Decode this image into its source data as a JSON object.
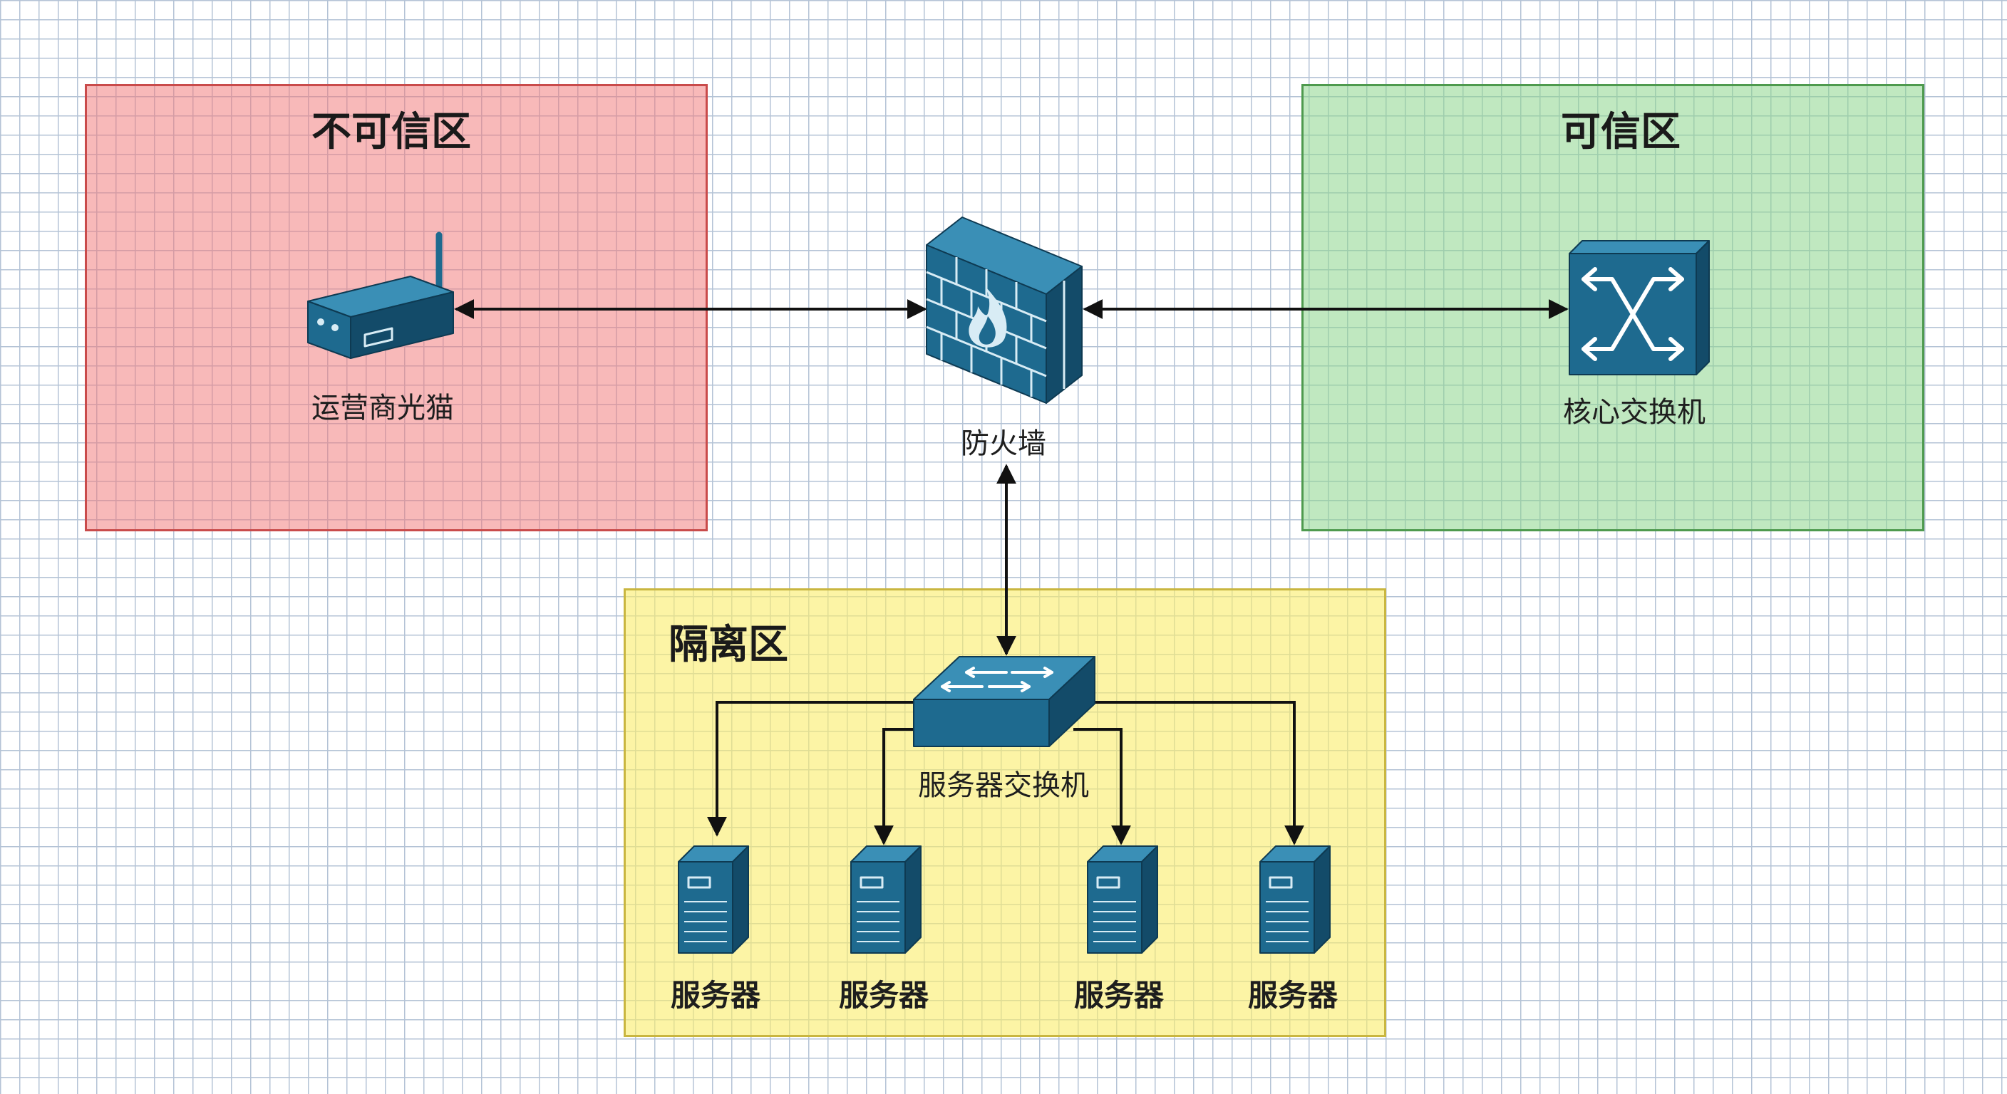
{
  "zones": {
    "untrusted": {
      "title": "不可信区"
    },
    "trusted": {
      "title": "可信区"
    },
    "dmz": {
      "title": "隔离区"
    }
  },
  "nodes": {
    "modem": {
      "label": "运营商光猫",
      "icon": "router-icon"
    },
    "firewall": {
      "label": "防火墙",
      "icon": "firewall-icon"
    },
    "core_switch": {
      "label": "核心交换机",
      "icon": "core-switch-icon"
    },
    "server_switch": {
      "label": "服务器交换机",
      "icon": "switch-icon"
    },
    "servers": [
      {
        "label": "服务器",
        "icon": "server-icon"
      },
      {
        "label": "服务器",
        "icon": "server-icon"
      },
      {
        "label": "服务器",
        "icon": "server-icon"
      },
      {
        "label": "服务器",
        "icon": "server-icon"
      }
    ]
  },
  "colors": {
    "device_front": "#1e6a8f",
    "device_top": "#3a8fb6",
    "device_side": "#134b69",
    "connector": "#111111",
    "untrusted_fill": "#f27878",
    "trusted_fill": "#8cd68c",
    "dmz_fill": "#faee6e"
  }
}
